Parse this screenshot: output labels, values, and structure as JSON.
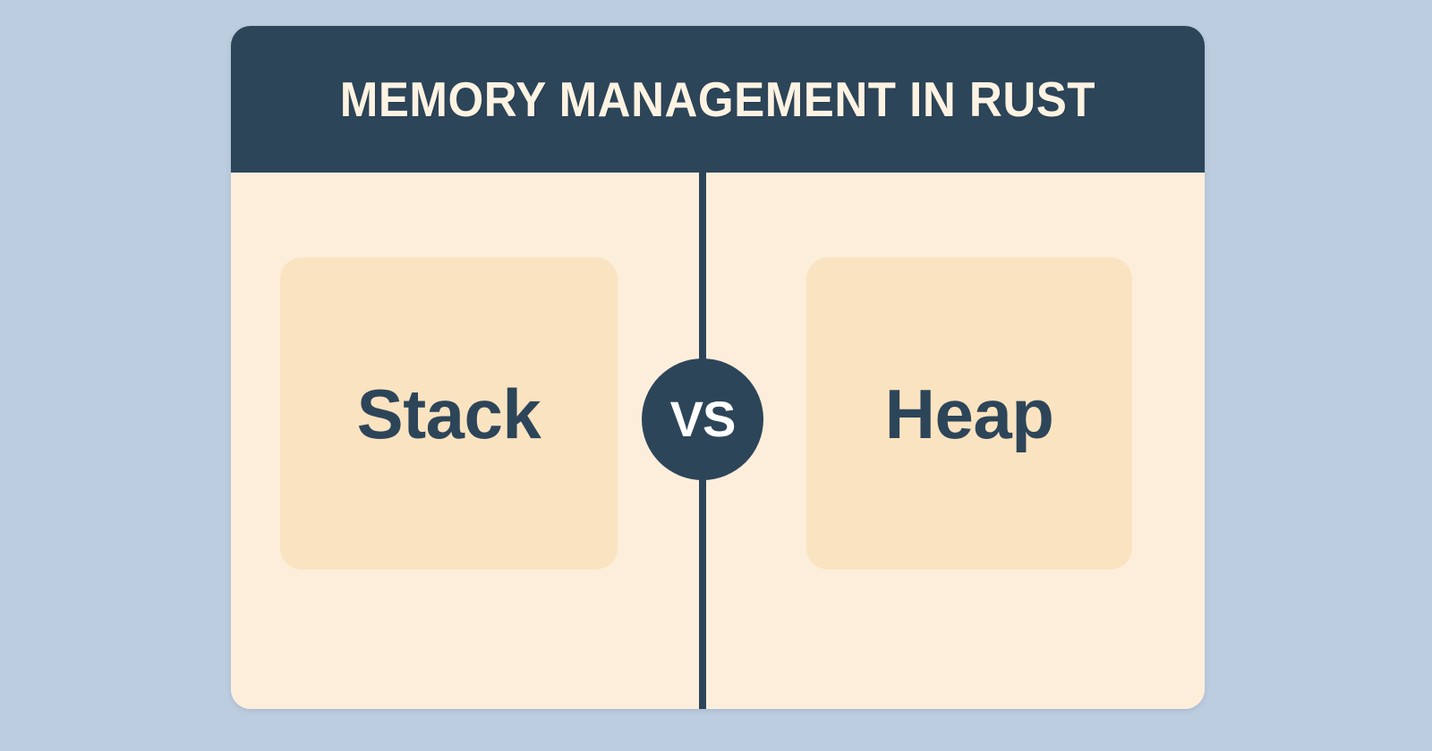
{
  "canvas": {
    "background_color": "#bdcde0"
  },
  "panel": {
    "background_color": "#fdeedc",
    "header": {
      "title": "MEMORY MANAGEMENT IN RUST",
      "background_color": "#2d4559",
      "text_color": "#fdf3e3"
    },
    "divider": {
      "color": "#2d4559",
      "orientation": "vertical"
    },
    "comparison": {
      "badge": {
        "label": "VS",
        "background_color": "#2d4559",
        "text_color": "#ffffff"
      },
      "cards": [
        {
          "label": "Stack",
          "side": "left",
          "background_color": "#fae3c0",
          "text_color": "#2d4559"
        },
        {
          "label": "Heap",
          "side": "right",
          "background_color": "#fae3c0",
          "text_color": "#2d4559"
        }
      ]
    }
  }
}
